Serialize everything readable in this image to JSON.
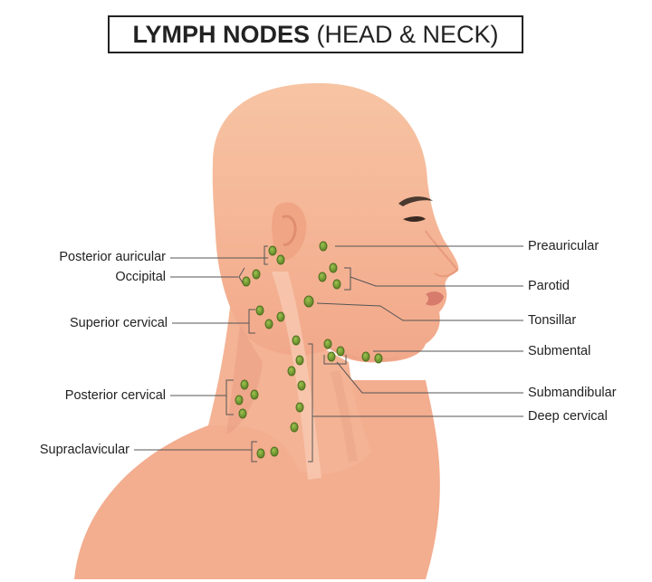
{
  "title": {
    "bold": "LYMPH NODES",
    "normal": "(HEAD & NECK)"
  },
  "colors": {
    "skin": "#f5b896",
    "skin_light": "#f8cdb0",
    "node": "#7aa33a",
    "node_dark": "#4f6e1f",
    "line": "#555555"
  },
  "labels_left": [
    "Posterior auricular",
    "Occipital",
    "Superior cervical",
    "Posterior cervical",
    "Supraclavicular"
  ],
  "labels_right": [
    "Preauricular",
    "Parotid",
    "Tonsillar",
    "Submental",
    "Submandibular",
    "Deep cervical"
  ]
}
